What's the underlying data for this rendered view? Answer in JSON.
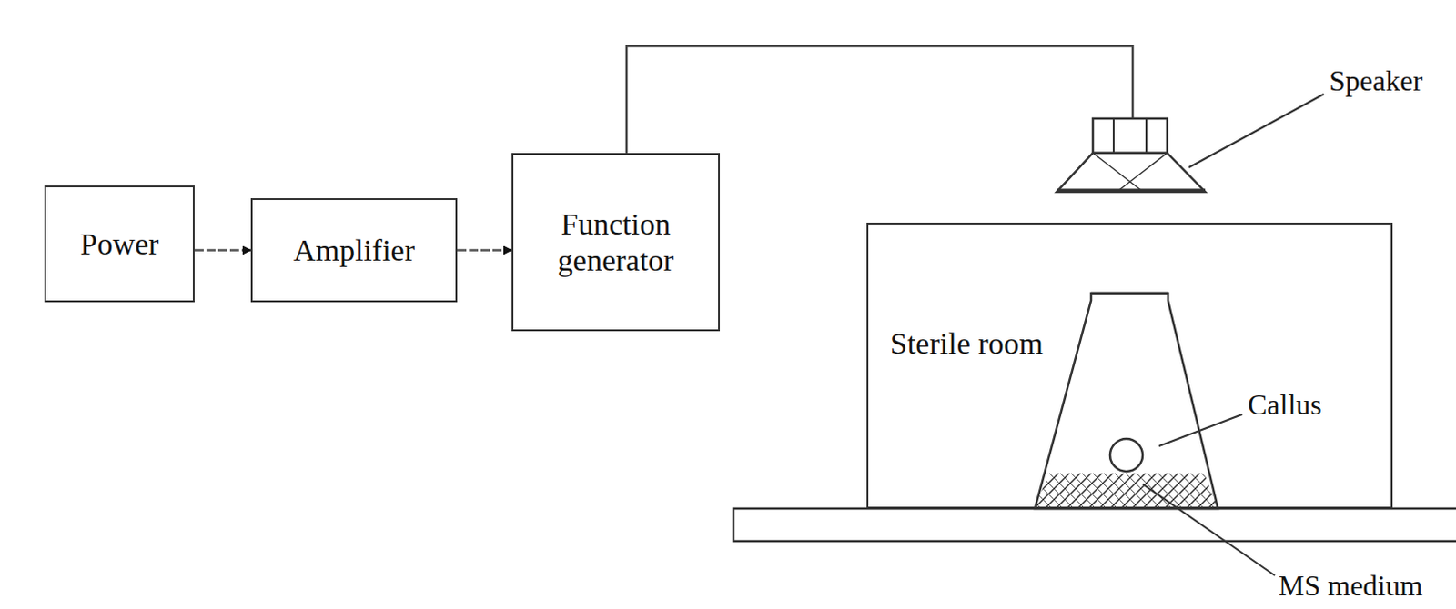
{
  "diagram": {
    "nodes": [
      {
        "text": [
          "Power"
        ]
      },
      {
        "text": [
          "Amplifier"
        ]
      },
      {
        "text": [
          "Function generator"
        ]
      },
      {
        "text": [
          "Sterile room"
        ]
      }
    ],
    "edges": [
      {
        "from": 0,
        "to": 1,
        "arrow": "to"
      },
      {
        "from": 1,
        "to": 2,
        "arrow": "to"
      }
    ],
    "labels": [
      "Speaker",
      "Callus",
      "MS medium"
    ]
  }
}
